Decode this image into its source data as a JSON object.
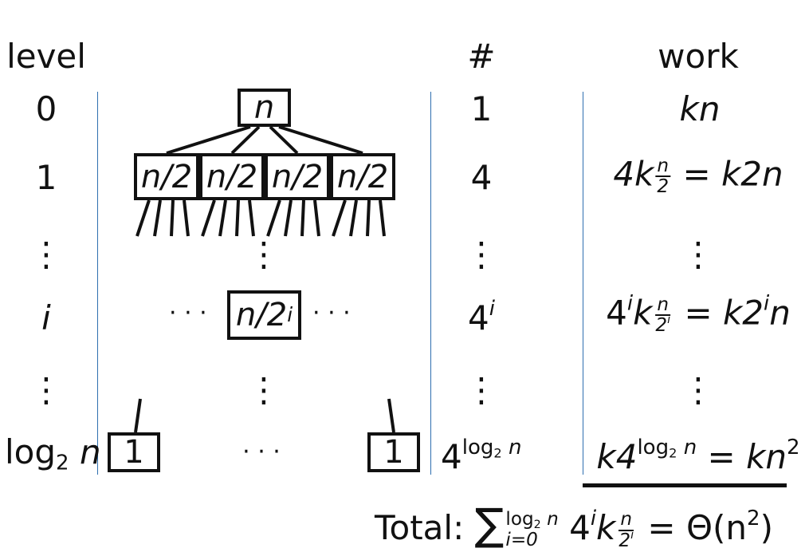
{
  "headers": {
    "level": "level",
    "count": "#",
    "work": "work"
  },
  "rows": [
    {
      "level": "0",
      "count": "1",
      "work": "kn"
    },
    {
      "level": "1",
      "count": "4",
      "work_lhs_pre": "4k",
      "work_frac_num": "n",
      "work_frac_den": "2",
      "work_rhs": "= k2n"
    },
    {
      "level": "⋮",
      "count": "⋮",
      "tree": "⋮",
      "work": "⋮"
    },
    {
      "level": "i",
      "count_base": "4",
      "count_exp": "i",
      "tree_left_dots": "· · ·",
      "tree_right_dots": "· · ·",
      "work_base": "4",
      "work_exp": "i",
      "work_k": "k",
      "work_frac_num": "n",
      "work_frac_den": "2",
      "work_frac_den_exp": "i",
      "work_rhs_pre": "= k2",
      "work_rhs_exp": "i",
      "work_rhs_post": "n"
    },
    {
      "level": "⋮",
      "count": "⋮",
      "tree": "⋮",
      "work": "⋮"
    },
    {
      "level_base": "log",
      "level_sub": "2",
      "level_var": "n",
      "count_base": "4",
      "count_exp": "log",
      "count_exp_sub": "2",
      "count_exp_var": "n",
      "tree_dots": "· · ·",
      "work_pre": "k4",
      "work_exp": "log",
      "work_exp_sub": "2",
      "work_exp_var": "n",
      "work_rhs_pre": "= kn",
      "work_rhs_exp": "2"
    }
  ],
  "tree": {
    "root": "n",
    "level1": [
      "n/2",
      "n/2",
      "n/2",
      "n/2"
    ],
    "mid_pre": "n/2",
    "mid_exp": "i",
    "leaves": [
      "1",
      "1"
    ]
  },
  "total": {
    "label": "Total:",
    "sum": "∑",
    "upper_base": "log",
    "upper_sub": "2",
    "upper_var": "n",
    "lower": "i=0",
    "term_base": "4",
    "term_exp": "i",
    "term_k": "k",
    "frac_num": "n",
    "frac_den": "2",
    "frac_den_exp": "i",
    "rhs": "= Θ(n",
    "rhs_exp": "2",
    "rhs_close": ")"
  }
}
